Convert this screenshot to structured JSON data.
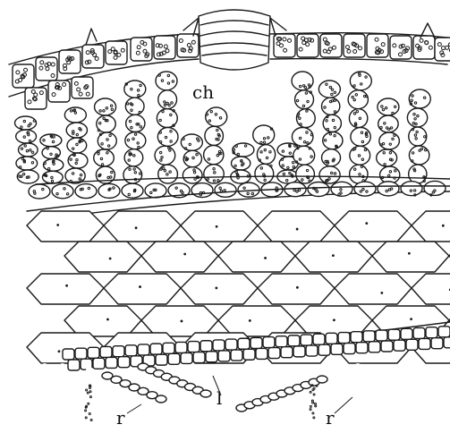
{
  "labels": {
    "ch": "ch",
    "l": "l",
    "r_left": "r",
    "r_right": "r"
  },
  "parts": [
    "upper-epidermis",
    "stoma-guard-cell",
    "chlorenchyma-filaments",
    "lower-epidermis",
    "storage-parenchyma",
    "ventral-scale-layer",
    "rhizoids"
  ],
  "ink_color": "#1a1a1a"
}
